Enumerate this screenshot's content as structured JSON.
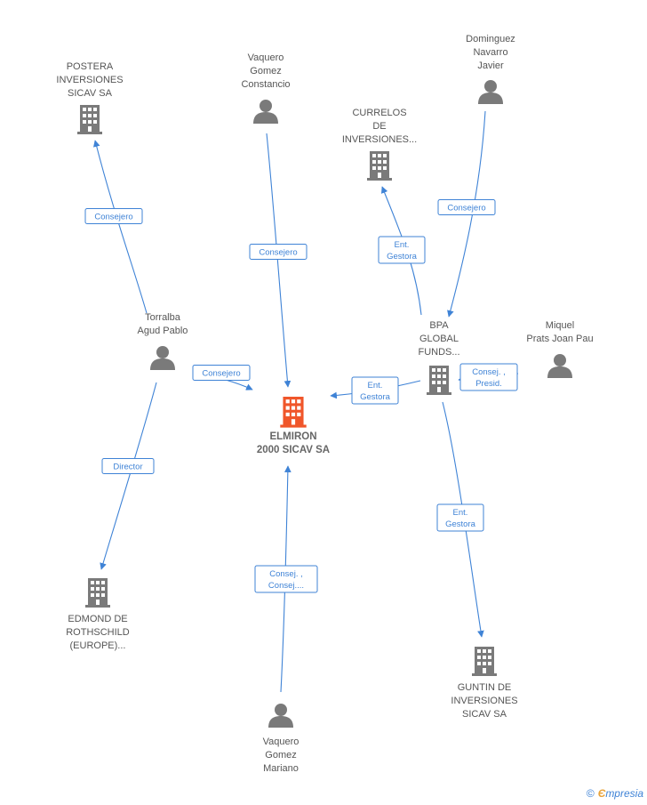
{
  "nodes": [
    {
      "id": "elmiron",
      "type": "company-main",
      "lines": [
        "ELMIRON",
        "2000 SICAV SA"
      ]
    },
    {
      "id": "postera",
      "type": "company",
      "lines": [
        "POSTERA",
        "INVERSIONES",
        "SICAV SA"
      ]
    },
    {
      "id": "vaquero_c",
      "type": "person",
      "lines": [
        "Vaquero",
        "Gomez",
        "Constancio"
      ]
    },
    {
      "id": "currelos",
      "type": "company",
      "lines": [
        "CURRELOS",
        "DE",
        "INVERSIONES..."
      ]
    },
    {
      "id": "dominguez",
      "type": "person",
      "lines": [
        "Dominguez",
        "Navarro",
        "Javier"
      ]
    },
    {
      "id": "torralba",
      "type": "person",
      "lines": [
        "Torralba",
        "Agud Pablo"
      ]
    },
    {
      "id": "bpa",
      "type": "company",
      "lines": [
        "BPA",
        "GLOBAL",
        "FUNDS..."
      ]
    },
    {
      "id": "miquel",
      "type": "person",
      "lines": [
        "Miquel",
        "Prats Joan Pau"
      ]
    },
    {
      "id": "edmond",
      "type": "company",
      "lines": [
        "EDMOND DE",
        "ROTHSCHILD",
        "(EUROPE)..."
      ]
    },
    {
      "id": "guntin",
      "type": "company",
      "lines": [
        "GUNTIN DE",
        "INVERSIONES",
        "SICAV SA"
      ]
    },
    {
      "id": "vaquero_m",
      "type": "person",
      "lines": [
        "Vaquero",
        "Gomez",
        "Mariano"
      ]
    }
  ],
  "edges": [
    {
      "from": "torralba",
      "to": "postera",
      "label": [
        "Consejero"
      ]
    },
    {
      "from": "vaquero_c",
      "to": "elmiron",
      "label": [
        "Consejero"
      ]
    },
    {
      "from": "bpa",
      "to": "currelos",
      "label": [
        "Ent.",
        "Gestora"
      ]
    },
    {
      "from": "dominguez",
      "to": "bpa",
      "label": [
        "Consejero"
      ]
    },
    {
      "from": "torralba",
      "to": "elmiron",
      "label": [
        "Consejero"
      ]
    },
    {
      "from": "bpa",
      "to": "elmiron",
      "label": [
        "Ent.",
        "Gestora"
      ]
    },
    {
      "from": "miquel",
      "to": "bpa",
      "label": [
        "Consej. ,",
        "Presid."
      ]
    },
    {
      "from": "torralba",
      "to": "edmond",
      "label": [
        "Director"
      ]
    },
    {
      "from": "bpa",
      "to": "guntin",
      "label": [
        "Ent.",
        "Gestora"
      ]
    },
    {
      "from": "vaquero_m",
      "to": "elmiron",
      "label": [
        "Consej. ,",
        "Consej...."
      ]
    }
  ],
  "colors": {
    "edge": "#3f83d6",
    "icon": "#7a7a7a",
    "main_icon": "#f0562a",
    "text": "#555555"
  },
  "brand": {
    "copyright": "©",
    "e_letter": "Є",
    "name": "mpresia"
  }
}
